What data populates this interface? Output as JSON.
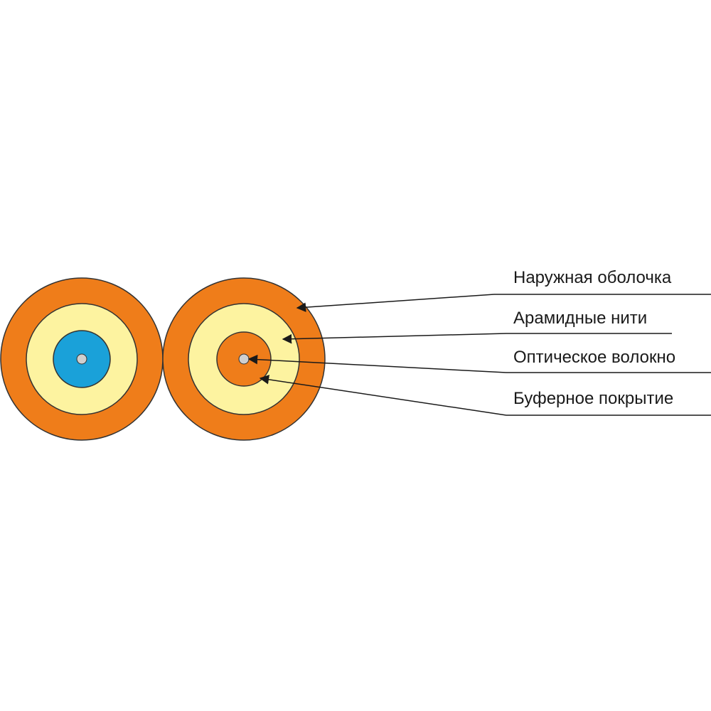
{
  "colors": {
    "outer_jacket": "#ef7d1a",
    "aramid_yarn": "#fdf3a0",
    "buffer_left": "#1aa1d9",
    "buffer_right": "#ef7d1a",
    "fiber": "#cfcfcf",
    "outline": "#333333",
    "leader": "#1a1a1a"
  },
  "callouts": [
    {
      "label": "Наружная оболочка"
    },
    {
      "label": "Арамидные нити"
    },
    {
      "label": "Оптическое волокно"
    },
    {
      "label": "Буферное покрытие"
    }
  ]
}
